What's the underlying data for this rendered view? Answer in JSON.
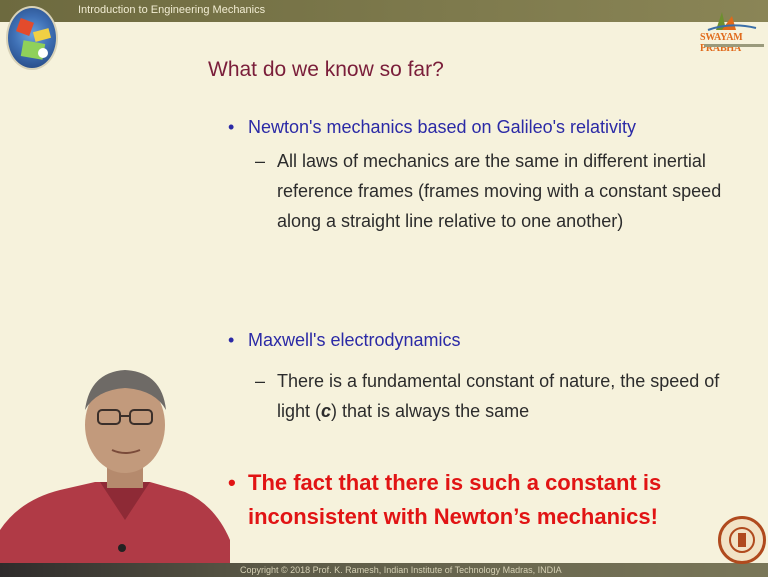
{
  "header": {
    "course_title": "Introduction to Engineering Mechanics",
    "brand_text": "SWAYAM PRABHA"
  },
  "slide": {
    "title": "What do we know so far?",
    "bullets": [
      {
        "text": "Newton's mechanics based on Galileo's relativity",
        "sub": "All laws of mechanics are the same in different inertial reference frames (frames moving with a constant speed along a straight line relative to one another)"
      },
      {
        "text": "Maxwell's electrodynamics",
        "sub_before": "There is a fundamental constant of nature, the speed of light (",
        "sub_symbol": "c",
        "sub_after": ") that is always the same"
      },
      {
        "text": "The fact that there is such a constant is inconsistent with Newton’s mechanics!"
      }
    ]
  },
  "footer": {
    "copyright": "Copyright © 2018  Prof. K. Ramesh, Indian Institute of Technology Madras, INDIA"
  },
  "colors": {
    "title": "#7a1e3a",
    "bullet_blue": "#2b2aa6",
    "emphasis_red": "#e11414",
    "background": "#f6f2dc"
  }
}
